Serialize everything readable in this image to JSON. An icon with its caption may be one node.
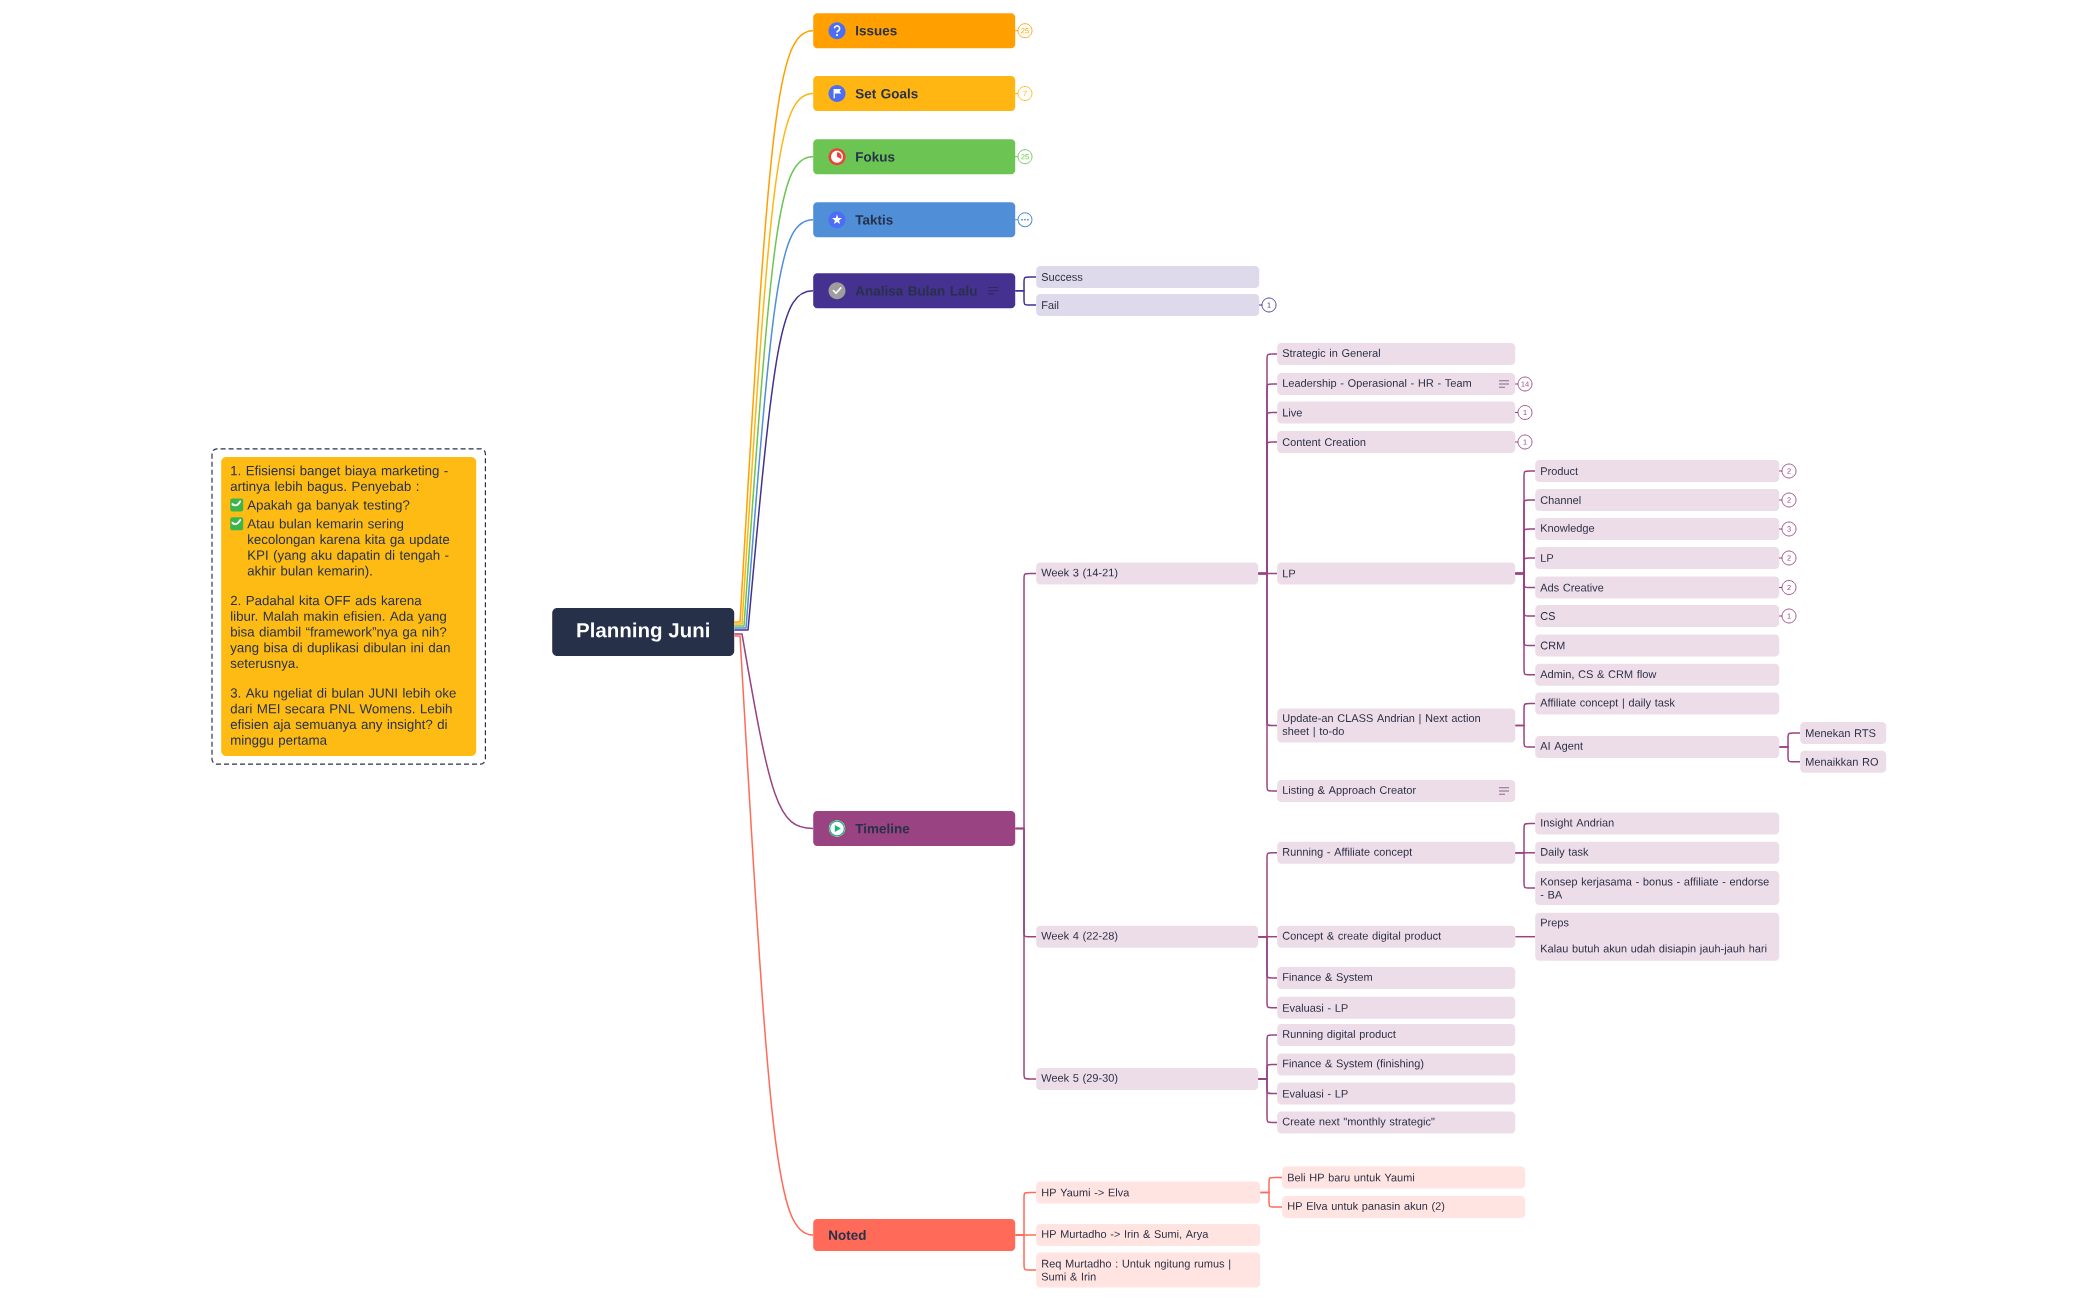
{
  "diagram": {
    "nodes": [
      {
        "text": [
          "Planning Juni"
        ]
      },
      {
        "text": [
          "1. Efisiensi banget biaya marketing - artinya lebih bagus. Penyebab :",
          "Apakah ga banyak testing?",
          "Atau bulan kemarin sering kecolongan karena kita ga update KPI (yang aku dapatin di tengah - akhir bulan kemarin).",
          "2. Padahal kita OFF ads karena libur. Malah makin efisien. Ada yang bisa diambil “framework”nya ga nih? yang bisa di duplikasi dibulan ini dan seterusnya.",
          "3. Aku ngeliat di bulan JUNI lebih oke dari MEI secara PNL Womens. Lebih efisien aja semuanya any insight? di minggu pertama"
        ]
      },
      {
        "text": [
          "Issues"
        ],
        "beside": [
          "25"
        ]
      },
      {
        "text": [
          "Set Goals"
        ],
        "beside": [
          "7"
        ]
      },
      {
        "text": [
          "Fokus"
        ],
        "beside": [
          "25"
        ]
      },
      {
        "text": [
          "Taktis"
        ]
      },
      {
        "text": [
          "Analisa Bulan Lalu"
        ]
      },
      {
        "text": [
          "Success"
        ]
      },
      {
        "text": [
          "Fail"
        ],
        "beside": [
          "1"
        ]
      },
      {
        "text": [
          "Timeline"
        ]
      },
      {
        "text": [
          "Week 3 (14-21)"
        ]
      },
      {
        "text": [
          "Strategic in General"
        ]
      },
      {
        "text": [
          "Leadership - Operasional - HR - Team"
        ],
        "beside": [
          "14"
        ]
      },
      {
        "text": [
          "Live"
        ],
        "beside": [
          "1"
        ]
      },
      {
        "text": [
          "Content Creation"
        ],
        "beside": [
          "1"
        ]
      },
      {
        "text": [
          "LP"
        ]
      },
      {
        "text": [
          "Product"
        ],
        "beside": [
          "2"
        ]
      },
      {
        "text": [
          "Channel"
        ],
        "beside": [
          "2"
        ]
      },
      {
        "text": [
          "Knowledge"
        ],
        "beside": [
          "3"
        ]
      },
      {
        "text": [
          "LP"
        ],
        "beside": [
          "2"
        ]
      },
      {
        "text": [
          "Ads Creative"
        ],
        "beside": [
          "2"
        ]
      },
      {
        "text": [
          "CS"
        ],
        "beside": [
          "1"
        ]
      },
      {
        "text": [
          "CRM"
        ]
      },
      {
        "text": [
          "Admin, CS & CRM flow"
        ]
      },
      {
        "text": [
          "Update-an CLASS Andrian | Next action sheet | to-do"
        ]
      },
      {
        "text": [
          "Affiliate concept | daily task"
        ]
      },
      {
        "text": [
          "AI Agent"
        ]
      },
      {
        "text": [
          "Menekan RTS"
        ]
      },
      {
        "text": [
          "Menaikkan RO"
        ]
      },
      {
        "text": [
          "Listing & Approach Creator"
        ]
      },
      {
        "text": [
          "Week 4 (22-28)"
        ]
      },
      {
        "text": [
          "Running - Affiliate concept"
        ]
      },
      {
        "text": [
          "Insight Andrian"
        ]
      },
      {
        "text": [
          "Daily task"
        ]
      },
      {
        "text": [
          "Konsep kerjasama - bonus - affiliate - endorse - BA"
        ]
      },
      {
        "text": [
          "Concept & create digital product"
        ]
      },
      {
        "text": [
          "Preps",
          "Kalau butuh akun udah disiapin jauh-jauh hari"
        ]
      },
      {
        "text": [
          "Finance & System"
        ]
      },
      {
        "text": [
          "Evaluasi - LP"
        ]
      },
      {
        "text": [
          "Week 5 (29-30)"
        ]
      },
      {
        "text": [
          "Running digital product"
        ]
      },
      {
        "text": [
          "Finance & System (finishing)"
        ]
      },
      {
        "text": [
          "Evaluasi - LP"
        ]
      },
      {
        "text": [
          "Create next \"monthly strategic\""
        ]
      },
      {
        "text": [
          "Noted"
        ]
      },
      {
        "text": [
          "HP Yaumi -> Elva"
        ]
      },
      {
        "text": [
          "Beli HP baru untuk Yaumi"
        ]
      },
      {
        "text": [
          "HP Elva untuk panasin akun (2)"
        ]
      },
      {
        "text": [
          "HP Murtadho -> Irin & Sumi, Arya"
        ]
      },
      {
        "text": [
          "Req Murtadho : Untuk ngitung rumus | Sumi & Irin"
        ]
      }
    ],
    "edges": [
      {
        "from": 0,
        "to": 2,
        "arrow": "none",
        "color": "#ffa000"
      },
      {
        "from": 0,
        "to": 3,
        "arrow": "none",
        "color": "#ffb612"
      },
      {
        "from": 0,
        "to": 4,
        "arrow": "none",
        "color": "#6cc452"
      },
      {
        "from": 0,
        "to": 5,
        "arrow": "none",
        "color": "#508ed8"
      },
      {
        "from": 0,
        "to": 6,
        "arrow": "none",
        "color": "#45318f"
      },
      {
        "from": 0,
        "to": 9,
        "arrow": "none"
      },
      {
        "from": 0,
        "to": 44,
        "arrow": "none",
        "color": "#ff6b58"
      },
      {
        "from": 6,
        "to": 7,
        "arrow": "none",
        "color": "#45318f"
      },
      {
        "from": 6,
        "to": 8,
        "arrow": "none",
        "color": "#45318f"
      },
      {
        "from": 9,
        "to": 10,
        "arrow": "none"
      },
      {
        "from": 9,
        "to": 30,
        "arrow": "none"
      },
      {
        "from": 9,
        "to": 39,
        "arrow": "none"
      },
      {
        "from": 10,
        "to": 11,
        "arrow": "none"
      },
      {
        "from": 10,
        "to": 12,
        "arrow": "none"
      },
      {
        "from": 10,
        "to": 13,
        "arrow": "none"
      },
      {
        "from": 10,
        "to": 14,
        "arrow": "none"
      },
      {
        "from": 10,
        "to": 15,
        "arrow": "none"
      },
      {
        "from": 10,
        "to": 24,
        "arrow": "none"
      },
      {
        "from": 10,
        "to": 29,
        "arrow": "none"
      },
      {
        "from": 15,
        "to": 16,
        "arrow": "none"
      },
      {
        "from": 15,
        "to": 17,
        "arrow": "none"
      },
      {
        "from": 15,
        "to": 18,
        "arrow": "none"
      },
      {
        "from": 15,
        "to": 19,
        "arrow": "none"
      },
      {
        "from": 15,
        "to": 20,
        "arrow": "none"
      },
      {
        "from": 15,
        "to": 21,
        "arrow": "none"
      },
      {
        "from": 15,
        "to": 22,
        "arrow": "none"
      },
      {
        "from": 15,
        "to": 23,
        "arrow": "none"
      },
      {
        "from": 24,
        "to": 25,
        "arrow": "none"
      },
      {
        "from": 24,
        "to": 26,
        "arrow": "none"
      },
      {
        "from": 26,
        "to": 27,
        "arrow": "none"
      },
      {
        "from": 26,
        "to": 28,
        "arrow": "none"
      },
      {
        "from": 30,
        "to": 31,
        "arrow": "none"
      },
      {
        "from": 30,
        "to": 35,
        "arrow": "none"
      },
      {
        "from": 30,
        "to": 37,
        "arrow": "none"
      },
      {
        "from": 30,
        "to": 38,
        "arrow": "none"
      },
      {
        "from": 31,
        "to": 32,
        "arrow": "none"
      },
      {
        "from": 31,
        "to": 33,
        "arrow": "none"
      },
      {
        "from": 31,
        "to": 34,
        "arrow": "none"
      },
      {
        "from": 35,
        "to": 36,
        "arrow": "none"
      },
      {
        "from": 39,
        "to": 40,
        "arrow": "none"
      },
      {
        "from": 39,
        "to": 41,
        "arrow": "none"
      },
      {
        "from": 39,
        "to": 42,
        "arrow": "none"
      },
      {
        "from": 39,
        "to": 43,
        "arrow": "none"
      },
      {
        "from": 44,
        "to": 45,
        "arrow": "none",
        "color": "#ff6b58"
      },
      {
        "from": 44,
        "to": 48,
        "arrow": "none",
        "color": "#ff6b58"
      },
      {
        "from": 44,
        "to": 49,
        "arrow": "none",
        "color": "#ff6b58"
      },
      {
        "from": 45,
        "to": 46,
        "arrow": "none",
        "color": "#ff6b58"
      },
      {
        "from": 45,
        "to": 47,
        "arrow": "none",
        "color": "#ff6b58"
      }
    ]
  }
}
